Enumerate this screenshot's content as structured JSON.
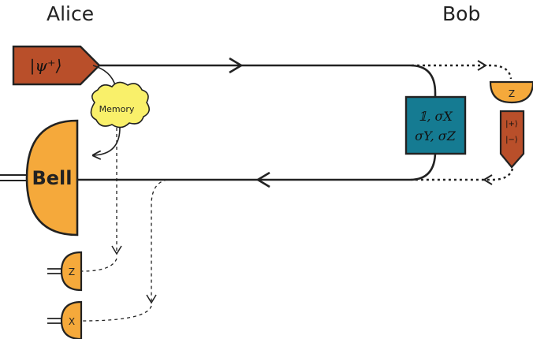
{
  "parties": {
    "left": "Alice",
    "right": "Bob"
  },
  "state": {
    "label": "|ψ⁺⟩"
  },
  "memory": {
    "label": "Memory"
  },
  "bell": {
    "label": "Bell"
  },
  "operations": {
    "line1": "𝟙, σX",
    "line2": "σY, σZ"
  },
  "bob_detector": {
    "label": "Z"
  },
  "bob_source": {
    "line1": "|+⟩",
    "line2": "|−⟩"
  },
  "alice_detectors": {
    "z_label": "Z",
    "x_label": "X"
  },
  "colors": {
    "state_box": "#b94f2a",
    "detector": "#f5a93b",
    "memory_cloud": "#f9f06a",
    "operation_box": "#157b92",
    "line": "#222222"
  }
}
